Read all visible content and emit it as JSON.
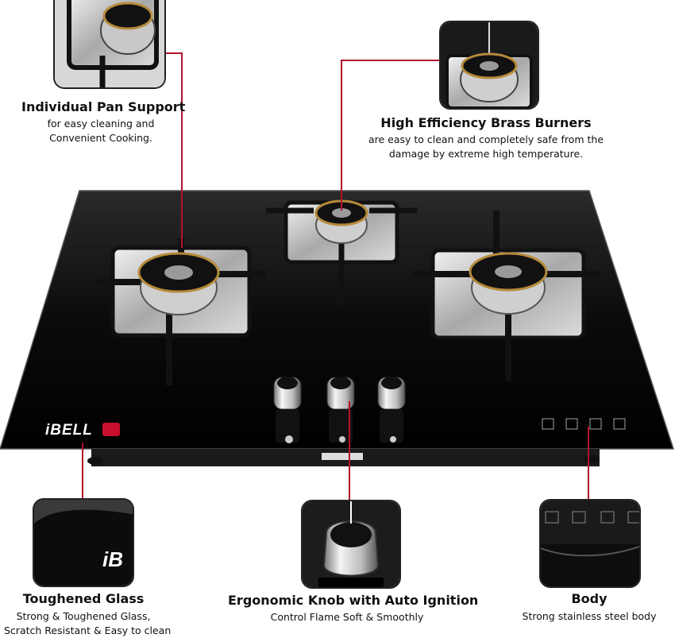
{
  "brand": {
    "name": "iBELL",
    "mark": "b",
    "color": "#c8102e"
  },
  "accent_line_color": "#b3122a",
  "features": [
    {
      "id": "pan-support",
      "title": "Individual Pan Support",
      "lines": [
        "for easy cleaning and",
        "Convenient Cooking."
      ]
    },
    {
      "id": "brass-burners",
      "title": "High Efficiency Brass Burners",
      "lines": [
        "are easy to clean and completely safe from the",
        "damage by extreme high temperature."
      ]
    },
    {
      "id": "toughened-glass",
      "title": "Toughened Glass",
      "lines": [
        "Strong & Toughened Glass,",
        "Scratch Resistant & Easy to clean"
      ]
    },
    {
      "id": "ergonomic-knob",
      "title": "Ergonomic Knob with Auto Ignition",
      "lines": [
        "Control Flame Soft & Smoothly"
      ]
    },
    {
      "id": "body",
      "title": "Body",
      "lines": [
        "Strong stainless steel body"
      ]
    }
  ],
  "glass_thumb_text": "iB"
}
